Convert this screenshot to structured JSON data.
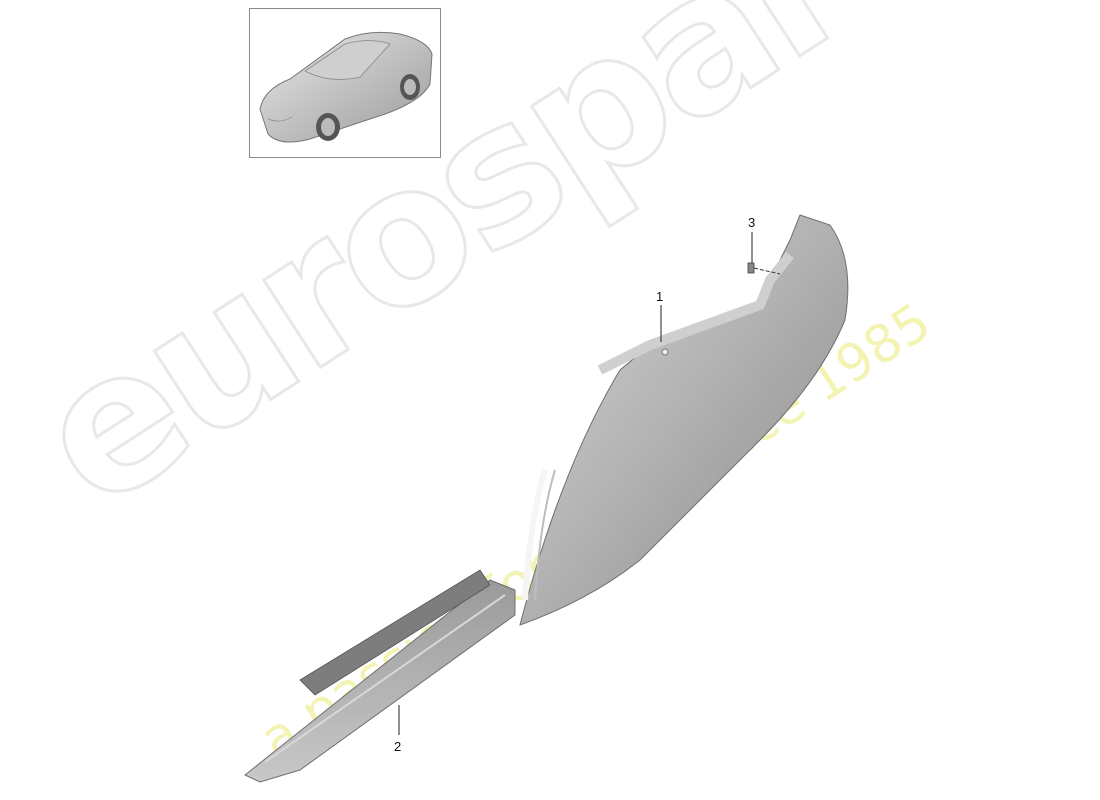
{
  "diagram": {
    "thumbnail": {
      "subject": "convertible sports car, three-quarter front view"
    },
    "callouts": [
      {
        "number": "1",
        "part": "side panel / rear quarter panel"
      },
      {
        "number": "2",
        "part": "side sill"
      },
      {
        "number": "3",
        "part": "fastener"
      }
    ]
  },
  "watermark": {
    "brand": "eurospares",
    "tagline": "a passion for parts since 1985",
    "tagline_color": "#f2f2a8",
    "brand_color": "#e6e6e6"
  }
}
